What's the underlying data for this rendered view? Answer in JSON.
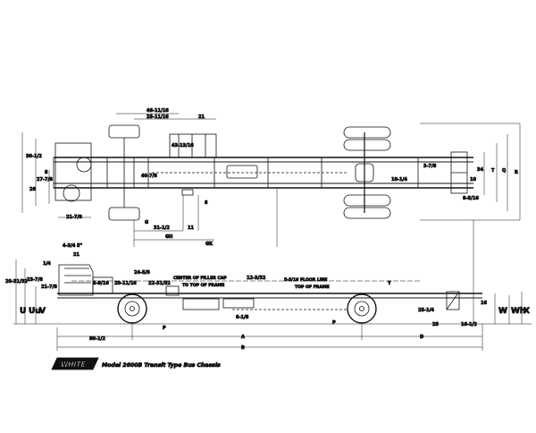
{
  "caption": {
    "brand": "WHITE",
    "model_text": "Model 2600B Transit Type Bus Chassis"
  },
  "plan_view": {
    "dims": {
      "top_a": "46-11/16",
      "top_b": "25-11/16",
      "top_c": "21",
      "left_overall": "30-1/2",
      "left_mid": "27-7/8",
      "left_low": "26",
      "front_axle_offset": "21-7/8",
      "engine_dim": "43-13/16",
      "tank_dim": "40-7/8",
      "rear_c1": "3-7/8",
      "rear_c2": "10-1/4",
      "rear_c3": "10",
      "rear_c4": "8-5/16",
      "rear_c5": "34",
      "g_label": "G",
      "small_dim": "8",
      "dim_31": "31-1/2",
      "dim_11": "11",
      "gh_label": "GH",
      "gk_label": "GK"
    },
    "letters": {
      "s": "S",
      "t": "T",
      "q": "Q",
      "r": "R"
    }
  },
  "side_view": {
    "dims": {
      "d1": "4-3/4",
      "d2": "5\"",
      "d3": "21",
      "d4": "1/4",
      "d5": "20-31/32",
      "d6": "23-7/8",
      "d7": "21-7/8",
      "d8": "5-9/16",
      "d9": "20-11/16",
      "d10": "24-5/8",
      "d11": "22-31/32",
      "d12": "12-3/32",
      "d13": "6-1/8",
      "d14": "25-1/4",
      "d15": "16",
      "d16": "25",
      "d17": "16-1/2",
      "d18": "80-1/2"
    },
    "notes": {
      "filler_cap": "CENTER OF FILLER CAP",
      "filler_cap_2": "TO TOP OF FRAME",
      "floor_line": "5-5/16 FLOOR LINE",
      "floor_line_2": "TOP OF FRAME"
    },
    "letters": {
      "u": "U",
      "uu": "Uu",
      "v": "V",
      "w": "W",
      "wh": "Wh",
      "x": "X",
      "y": "Y",
      "p": "P",
      "p2": "P",
      "a": "A",
      "b": "B",
      "d": "D"
    }
  }
}
